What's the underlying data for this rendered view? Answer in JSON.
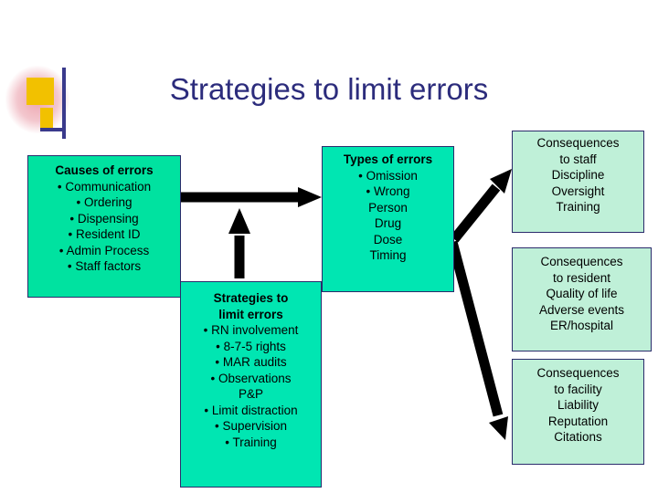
{
  "title": "Strategies to limit errors",
  "boxes": {
    "causes": {
      "heading": "Causes of errors",
      "lines": [
        "• Communication",
        "• Ordering",
        "• Dispensing",
        "• Resident ID",
        "• Admin Process",
        "• Staff factors"
      ]
    },
    "strategies": {
      "heading_line1": "Strategies to",
      "heading_line2": "limit errors",
      "lines": [
        "• RN involvement",
        "• 8-7-5 rights",
        "• MAR audits",
        "• Observations",
        "P&P",
        "• Limit distraction",
        "• Supervision",
        "• Training"
      ]
    },
    "types": {
      "heading": "Types of errors",
      "lines": [
        "• Omission",
        "• Wrong",
        "Person",
        "Drug",
        "Dose",
        "Timing"
      ]
    },
    "consequences_staff": {
      "lines": [
        "Consequences",
        "to staff",
        "Discipline",
        "Oversight",
        "Training"
      ]
    },
    "consequences_resident": {
      "lines": [
        "Consequences",
        "to resident",
        "Quality of life",
        "Adverse events",
        "ER/hospital"
      ]
    },
    "consequences_facility": {
      "lines": [
        "Consequences",
        "to facility",
        "Liability",
        "Reputation",
        "Citations"
      ]
    }
  },
  "colors": {
    "title": "#2c2c7c",
    "box_fill_teal": "#00e2a0",
    "box_fill_light": "#bff0d8",
    "box_border": "#2b2b6b",
    "arrow": "#000000",
    "deco_yellow": "#f2c100",
    "deco_blue": "#3a3a8c"
  }
}
